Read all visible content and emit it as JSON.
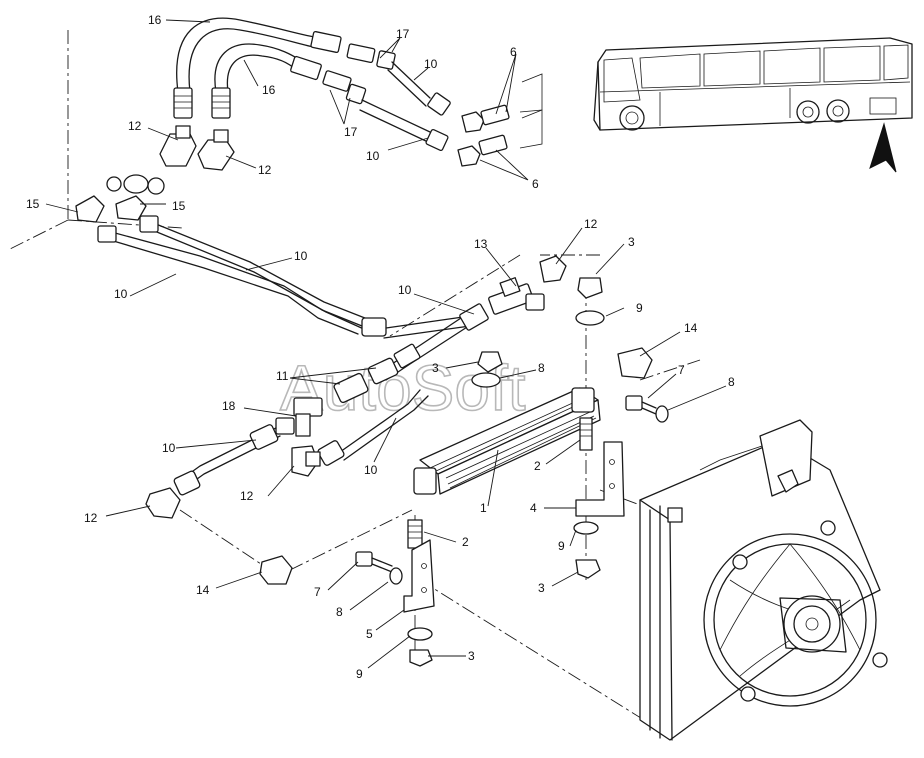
{
  "watermark": "AutoSoft",
  "labels": {
    "l1": "1",
    "l2a": "2",
    "l2b": "2",
    "l3a": "3",
    "l3b": "3",
    "l3c": "3",
    "l3d": "3",
    "l4": "4",
    "l5": "5",
    "l6a": "6",
    "l6b": "6",
    "l7a": "7",
    "l7b": "7",
    "l8a": "8",
    "l8b": "8",
    "l8c": "8",
    "l9a": "9",
    "l9b": "9",
    "l9c": "9",
    "l10a": "10",
    "l10b": "10",
    "l10c": "10",
    "l10d": "10",
    "l10e": "10",
    "l10f": "10",
    "l10g": "10",
    "l11": "11",
    "l12a": "12",
    "l12b": "12",
    "l12c": "12",
    "l12d": "12",
    "l12e": "12",
    "l13": "13",
    "l14a": "14",
    "l14b": "14",
    "l15a": "15",
    "l15b": "15",
    "l16a": "16",
    "l16b": "16",
    "l17a": "17",
    "l17b": "17",
    "l18": "18"
  }
}
